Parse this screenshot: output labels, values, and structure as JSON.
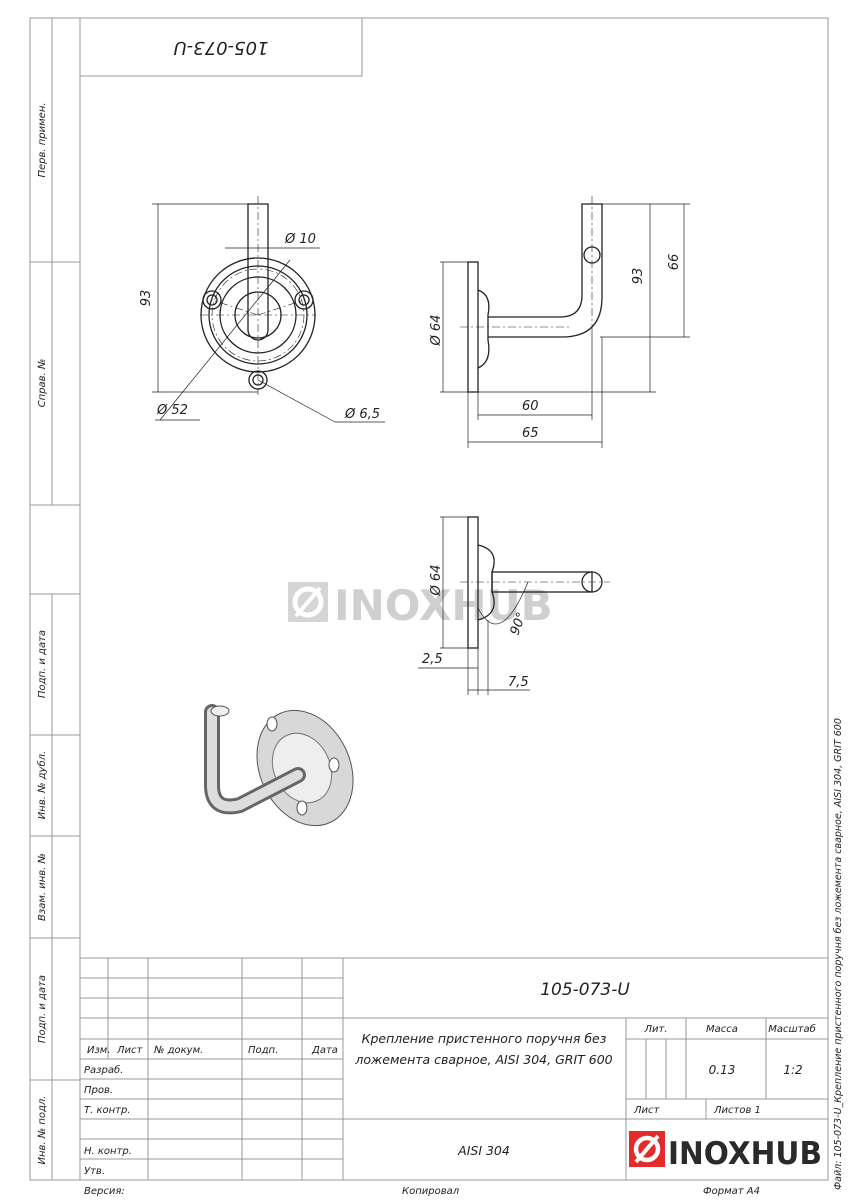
{
  "drawing": {
    "mirrored_designation": "105-073-U",
    "front_view": {
      "dim_height": "93",
      "dim_rod": "Ø 10",
      "dim_flange": "Ø 52",
      "dim_hole": "Ø 6,5"
    },
    "side_view": {
      "dim_plate": "Ø 64",
      "dim_height": "93",
      "dim_upper": "66",
      "dim_length_inner": "60",
      "dim_length_total": "65"
    },
    "top_view": {
      "dim_plate": "Ø 64",
      "dim_angle": "90°",
      "dim_thickness": "2,5",
      "dim_boss": "7,5"
    },
    "watermark": "INOXHUB"
  },
  "left_strip": {
    "labels": [
      "Перв. примен.",
      "Справ. №",
      "Подп. и дата",
      "Инв. № дубл.",
      "Взам. инв. №",
      "Подп. и дата",
      "Инв. № подл."
    ]
  },
  "title_block": {
    "designation": "105-073-U",
    "name_line1": "Крепление пристенного поручня без",
    "name_line2": "ложемента сварное, AISI 304, GRIT 600",
    "material": "AISI 304",
    "columns": {
      "izm": "Изм.",
      "list": "Лист",
      "doc": "№ докум.",
      "sign": "Подп.",
      "date": "Дата"
    },
    "roles": [
      "Разраб.",
      "Пров.",
      "Т. контр.",
      "Н. контр.",
      "Утв."
    ],
    "lit_label": "Лит.",
    "mass_label": "Масса",
    "scale_label": "Масштаб",
    "mass_value": "0.13",
    "scale_value": "1:2",
    "sheet_label": "Лист",
    "sheets_label": "Листов 1",
    "logo_text": "INOXHUB",
    "logo_color": "#e32b2b"
  },
  "footer": {
    "version": "Версия:",
    "copied": "Копировал",
    "format": "Формат А4"
  },
  "side_file_label": "Файл: 105-073-U_Крепление пристенного поручня без ложемента сварное, AISI 304, GRIT 600"
}
